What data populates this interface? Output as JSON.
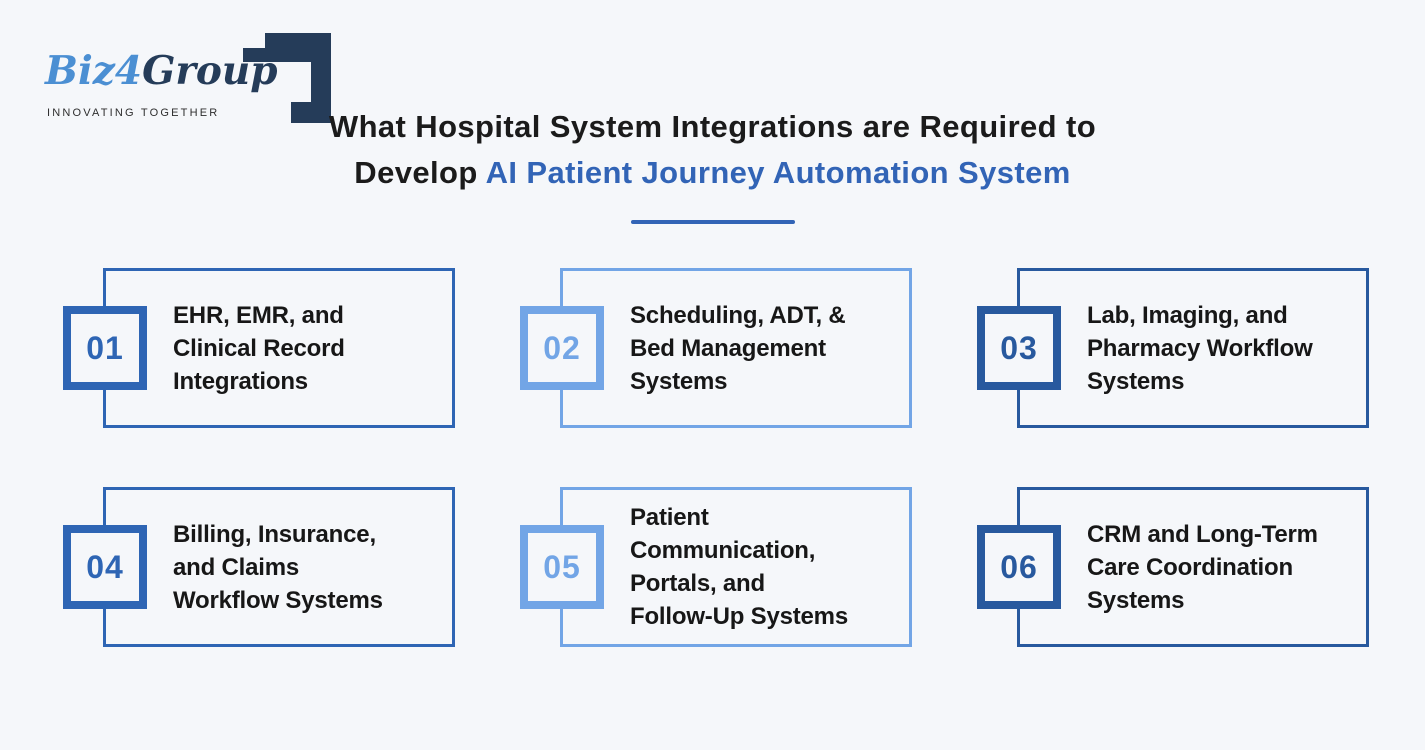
{
  "page_background": "#F5F7FA",
  "logo": {
    "name_light": "Biz4",
    "name_dark": "Group",
    "tagline": "INNOVATING TOGETHER",
    "colors": {
      "light_blue": "#4B8FD3",
      "navy": "#253C59"
    }
  },
  "title": {
    "line1": "What Hospital System Integrations are Required to",
    "line2_prefix": "Develop ",
    "line2_highlight": "AI Patient Journey Automation System",
    "highlight_color": "#3264B6"
  },
  "cards": [
    {
      "number": "01",
      "accent": "#2E65B4",
      "lines": [
        "EHR, EMR, and",
        "Clinical Record",
        "Integrations"
      ]
    },
    {
      "number": "02",
      "accent": "#72A5E6",
      "lines": [
        "Scheduling, ADT, &",
        "Bed Management",
        "Systems"
      ]
    },
    {
      "number": "03",
      "accent": "#28599E",
      "lines": [
        "Lab, Imaging, and",
        "Pharmacy Workflow",
        "Systems"
      ]
    },
    {
      "number": "04",
      "accent": "#2E65B4",
      "lines": [
        "Billing, Insurance,",
        "and Claims",
        "Workflow Systems"
      ]
    },
    {
      "number": "05",
      "accent": "#72A5E6",
      "lines": [
        "Patient",
        "Communication,",
        "Portals, and",
        "Follow-Up Systems"
      ]
    },
    {
      "number": "06",
      "accent": "#28599E",
      "lines": [
        "CRM and Long-Term",
        "Care Coordination",
        "Systems"
      ]
    }
  ]
}
